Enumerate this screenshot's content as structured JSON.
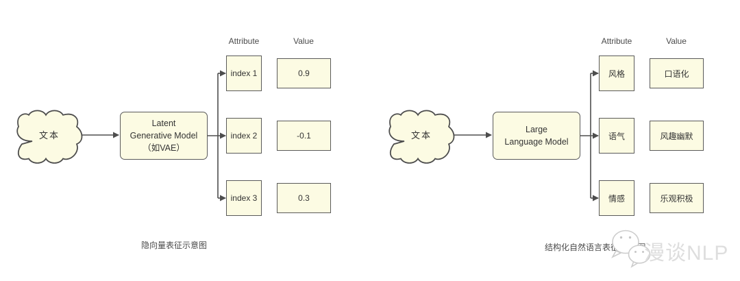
{
  "diagrams": [
    {
      "input_label": "文本",
      "model_lines": [
        "Latent",
        "Generative Model",
        "（如VAE）"
      ],
      "columns": {
        "attribute": "Attribute",
        "value": "Value"
      },
      "rows": [
        {
          "attribute": "index 1",
          "value": "0.9"
        },
        {
          "attribute": "index 2",
          "value": "-0.1"
        },
        {
          "attribute": "index 3",
          "value": "0.3"
        }
      ],
      "caption": "隐向量表征示意图"
    },
    {
      "input_label": "文本",
      "model_lines": [
        "Large",
        "Language Model"
      ],
      "columns": {
        "attribute": "Attribute",
        "value": "Value"
      },
      "rows": [
        {
          "attribute": "风格",
          "value": "口语化"
        },
        {
          "attribute": "语气",
          "value": "风趣幽默"
        },
        {
          "attribute": "情感",
          "value": "乐观积极"
        }
      ],
      "caption": "结构化自然语言表征 示意图"
    }
  ],
  "watermark": {
    "label": "漫谈NLP",
    "icon": "wechat-chat-bubbles-icon"
  },
  "colors": {
    "background": "#FFFFFF",
    "box_fill": "#FCFBE3",
    "box_border": "#595959",
    "connector": "#4D4D4D",
    "text": "#333333",
    "caption_text": "#4A4A4A",
    "watermark": "#DEDEDE"
  }
}
